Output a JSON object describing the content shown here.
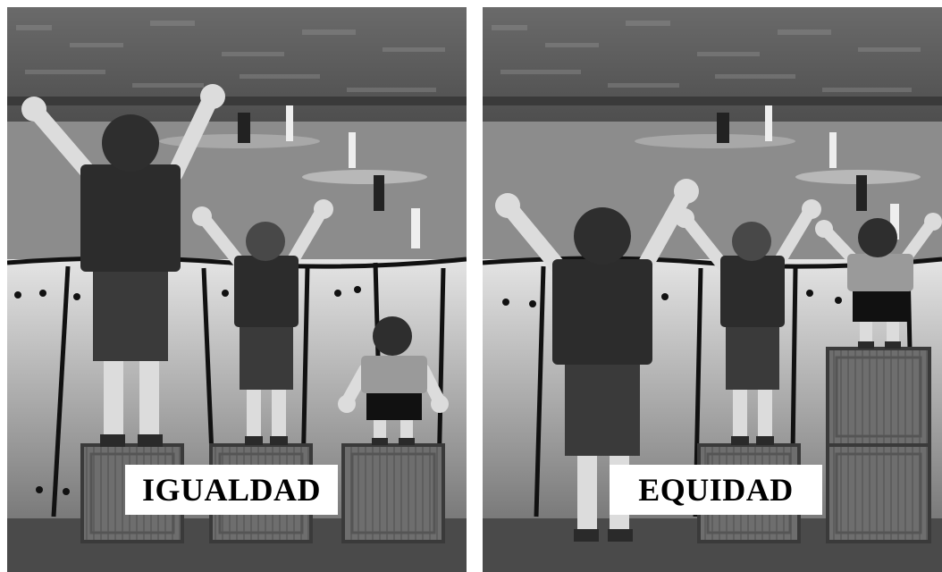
{
  "panels": [
    {
      "id": "left",
      "caption": "IGUALDAD"
    },
    {
      "id": "right",
      "caption": "EQUIDAD"
    }
  ],
  "colors": {
    "crowd": "#5a5a5a",
    "field": "#8c8c8c",
    "fence": "#d8d8d8",
    "fence_outline": "#111111",
    "shirt_tall": "#2c2c2c",
    "shirt_mid": "#3a3a3a",
    "shirt_small": "#9a9a9a",
    "skin": "#dcdcdc",
    "crate": "#6e6e6e",
    "ground": "#4a4a4a"
  }
}
